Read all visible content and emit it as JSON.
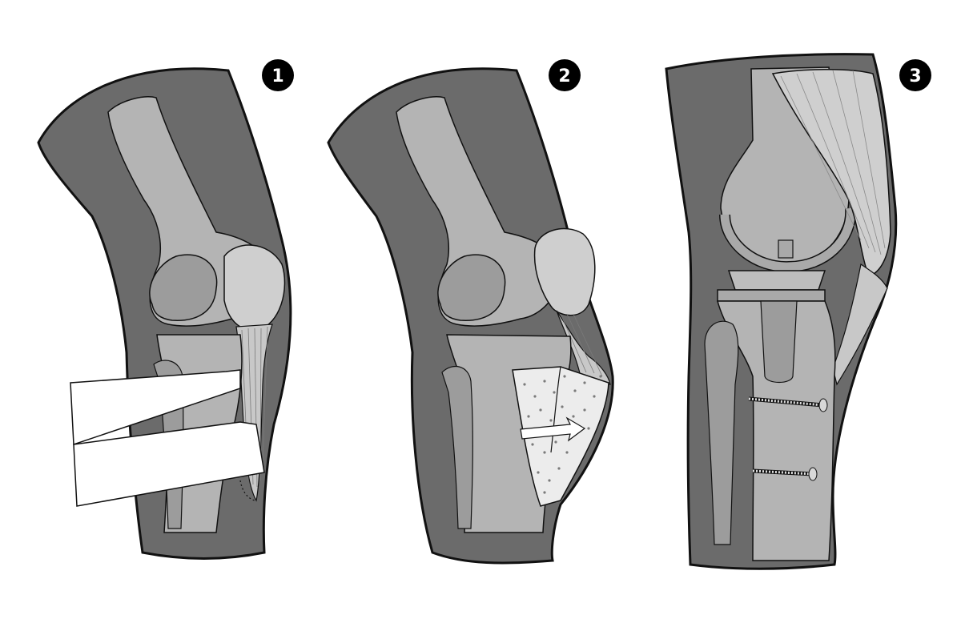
{
  "steps": [
    {
      "number": "1"
    },
    {
      "number": "2"
    },
    {
      "number": "3"
    }
  ],
  "colors": {
    "skin": "#6b6b6b",
    "outline": "#111111",
    "bone_dark": "#9c9c9c",
    "bone_mid": "#b4b4b4",
    "bone_light": "#cfcfcf",
    "tendon": "#c8c8c8",
    "implant": "#a9a9a9",
    "graft": "#ececec",
    "saw_blade": "#ffffff",
    "badge": "#000000"
  }
}
